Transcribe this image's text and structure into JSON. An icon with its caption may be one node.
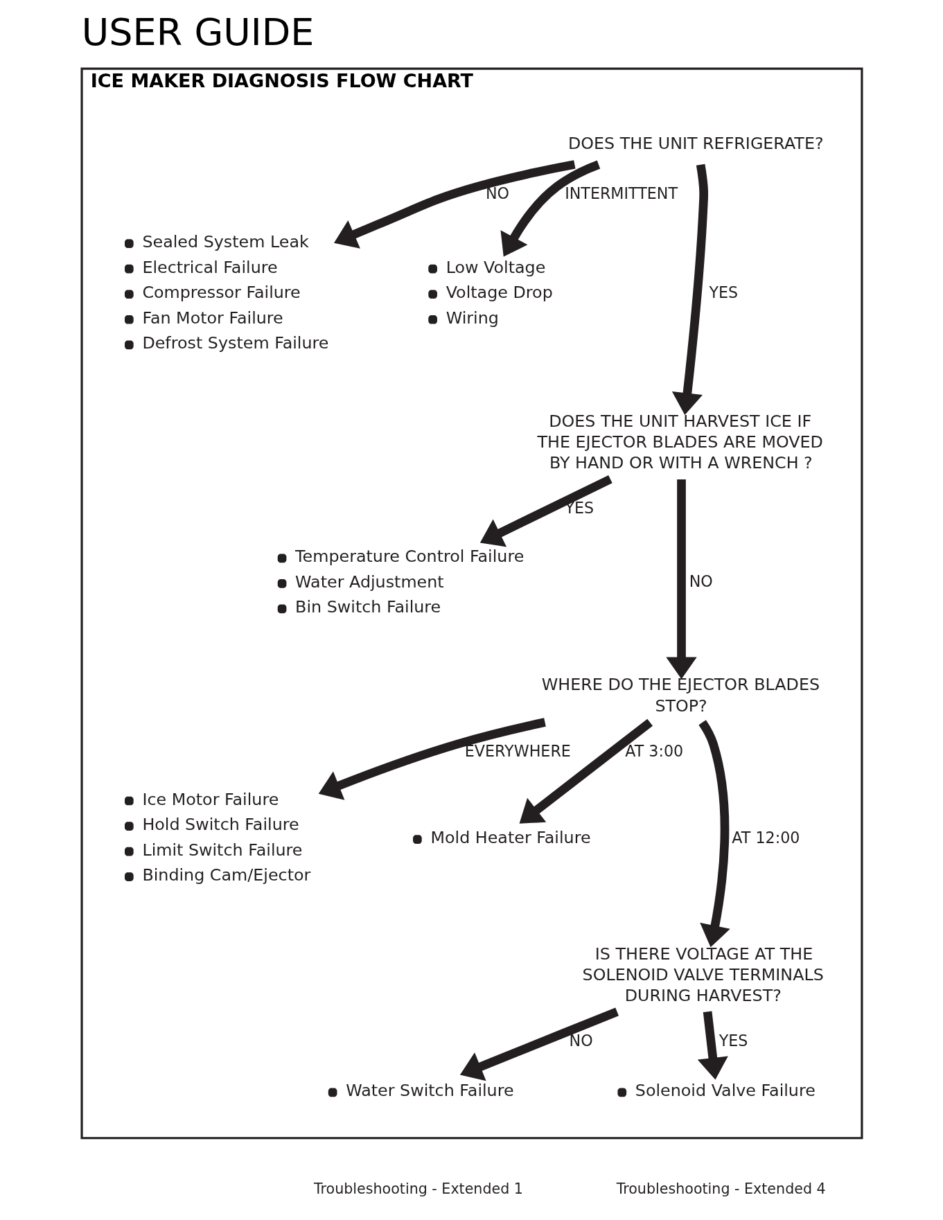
{
  "diagram": {
    "title": "USER GUIDE",
    "nodes": [
      {
        "text": [
          "ICE MAKER DIAGNOSIS FLOW CHART"
        ]
      },
      {
        "text": [
          "DOES THE UNIT REFRIGERATE?"
        ],
        "in": 0
      },
      {
        "text": [
          "Sealed System Leak",
          "Electrical Failure",
          "Compressor Failure",
          "Fan Motor Failure",
          "Defrost System Failure"
        ],
        "in": 0
      },
      {
        "text": [
          "Low Voltage",
          "Voltage Drop",
          "Wiring"
        ],
        "in": 0
      },
      {
        "text": [
          "DOES THE UNIT HARVEST ICE IF THE EJECTOR BLADES ARE MOVED BY HAND OR WITH A WRENCH ?"
        ],
        "in": 0
      },
      {
        "text": [
          "Temperature Control Failure",
          "Water Adjustment",
          "Bin Switch Failure"
        ],
        "in": 0
      },
      {
        "text": [
          "WHERE DO THE EJECTOR BLADES STOP?"
        ],
        "in": 0
      },
      {
        "text": [
          "Ice Motor Failure",
          "Hold Switch Failure",
          "Limit Switch Failure",
          "Binding Cam/Ejector"
        ],
        "in": 0
      },
      {
        "text": [
          "Mold Heater Failure"
        ],
        "in": 0
      },
      {
        "text": [
          "IS THERE VOLTAGE AT THE SOLENOID VALVE TERMINALS DURING HARVEST?"
        ],
        "in": 0
      },
      {
        "text": [
          "Water Switch Failure"
        ],
        "in": 0
      },
      {
        "text": [
          "Solenoid Valve Failure"
        ],
        "in": 0
      }
    ],
    "edges": [
      {
        "from": 1,
        "to": 2,
        "arrow": "to",
        "label": "NO"
      },
      {
        "from": 1,
        "to": 4,
        "arrow": "to",
        "label": "YES"
      },
      {
        "from": 1,
        "to": 3,
        "arrow": "to",
        "label": "INTERMITTENT"
      },
      {
        "from": 4,
        "to": 5,
        "arrow": "to",
        "label": "YES"
      },
      {
        "from": 4,
        "to": 6,
        "arrow": "to",
        "label": "NO"
      },
      {
        "from": 6,
        "to": 7,
        "arrow": "to",
        "label": "EVERYWHERE"
      },
      {
        "from": 6,
        "to": 9,
        "arrow": "to",
        "label": "AT 12:00"
      },
      {
        "from": 6,
        "to": 8,
        "arrow": "to",
        "label": "AT 3:00"
      },
      {
        "from": 9,
        "to": 10,
        "arrow": "to",
        "label": "NO"
      },
      {
        "from": 9,
        "to": 11,
        "arrow": "to",
        "label": "YES"
      }
    ],
    "labels": [
      "Troubleshooting - Extended 1",
      "Troubleshooting - Extended 4"
    ]
  }
}
